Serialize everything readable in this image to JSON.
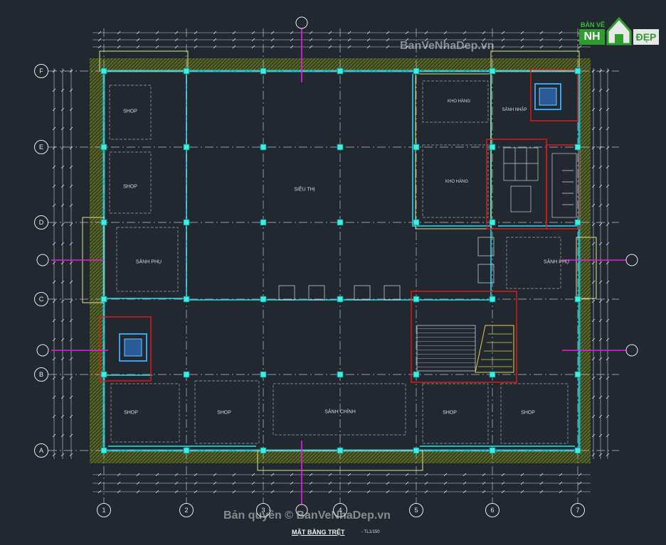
{
  "drawing": {
    "title": "MẶT BẰNG TRỆT",
    "scale": "- TL1/150",
    "watermark_top": "BanVeNhaDep.vn",
    "watermark_bottom": "Bản quyền © BanVeNhaDep.vn"
  },
  "logo": {
    "line1": "BẢN VẼ",
    "line2a": "NH",
    "line2b": "ĐẸP"
  },
  "grid_axes": {
    "rows": [
      "F",
      "E",
      "D",
      "C",
      "B",
      "A"
    ],
    "columns": [
      "1",
      "2",
      "3",
      "4",
      "5",
      "6",
      "7"
    ]
  },
  "rooms": {
    "shop_1": "SHOP",
    "shop_2": "SHOP",
    "sanh_phu_left": "SẢNH PHỤ",
    "sieu_thi": "SIÊU THỊ",
    "kho_hang_1": "KHO HÀNG",
    "sanh_nhap": "SẢNH NHẬP",
    "kho_hang_2": "KHO HÀNG",
    "sanh_phu_right": "SẢNH PHỤ",
    "shop_3": "SHOP",
    "shop_4": "SHOP",
    "sanh_chinh": "SẢNH CHÍNH",
    "shop_5": "SHOP",
    "shop_6": "SHOP"
  },
  "colors": {
    "background": "#212830",
    "wall": "#19b8c8",
    "column": "#3cf0e0",
    "hatch": "#5a6b2a",
    "axis": "#e0e0e0",
    "section": "#e020e0",
    "highlight": "#e01818",
    "yellow": "#e6e08a"
  }
}
